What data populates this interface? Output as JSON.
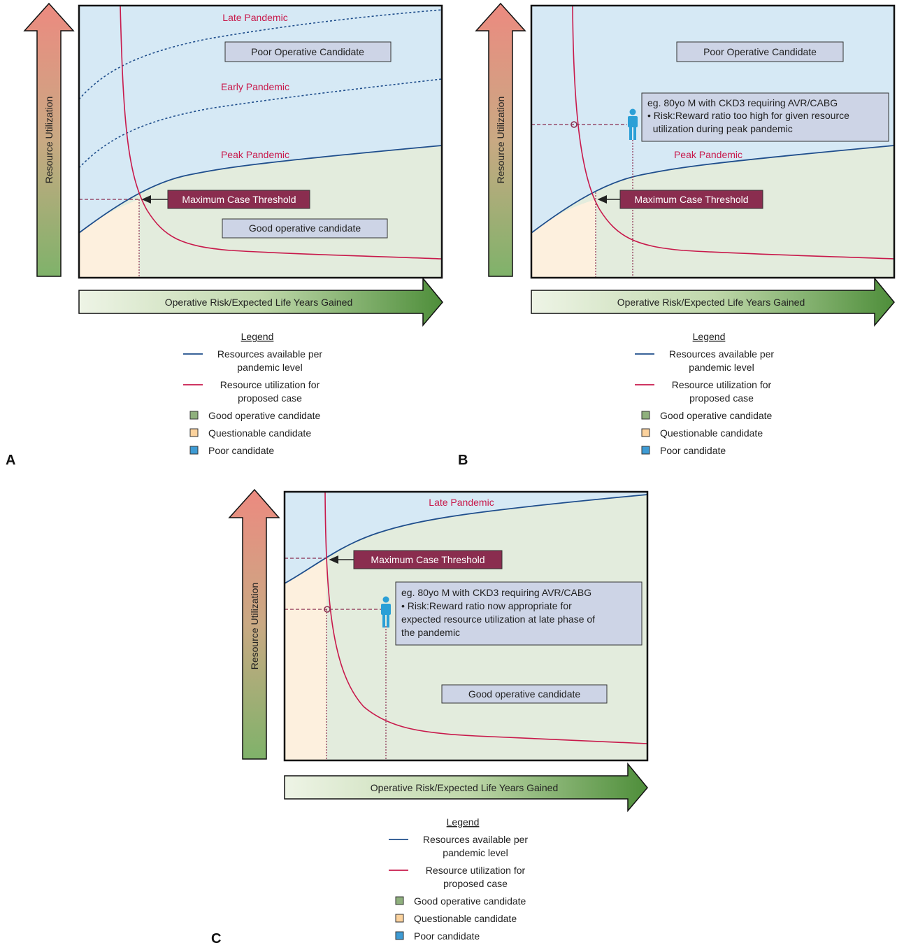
{
  "colors": {
    "poor": "#d6e9f5",
    "good": "#e3ecdd",
    "questionable": "#fdf0de",
    "resource_line": "#1f4e8c",
    "utilization_line": "#c8194b",
    "threshold_box": "#8a2d4f",
    "label_box": "#cdd4e6",
    "axis_green_dark": "#4e8e3a",
    "axis_red": "#e88a80",
    "person": "#2a9fd6"
  },
  "axis": {
    "y_label": "Resource Utilization",
    "x_label": "Operative Risk/Expected Life Years Gained"
  },
  "legend": {
    "title": "Legend",
    "items": [
      {
        "kind": "line",
        "color_key": "resource_line",
        "lines": [
          "Resources available per",
          "pandemic level"
        ]
      },
      {
        "kind": "line",
        "color_key": "utilization_line",
        "lines": [
          "Resource utilization for",
          "proposed case"
        ]
      },
      {
        "kind": "box",
        "color": "#8fb07d",
        "lines": [
          "Good operative candidate"
        ]
      },
      {
        "kind": "box",
        "color": "#fbd29d",
        "lines": [
          "Questionable candidate"
        ]
      },
      {
        "kind": "box",
        "color": "#3e9bd4",
        "lines": [
          "Poor candidate"
        ]
      }
    ]
  },
  "panels": {
    "A": {
      "letter": "A",
      "curve_labels": {
        "late": "Late Pandemic",
        "early": "Early Pandemic",
        "peak": "Peak Pandemic"
      },
      "poor_label": "Poor Operative Candidate",
      "good_label": "Good operative candidate",
      "threshold": "Maximum Case Threshold"
    },
    "B": {
      "letter": "B",
      "curve_labels": {
        "peak": "Peak Pandemic"
      },
      "poor_label": "Poor Operative Candidate",
      "threshold": "Maximum Case Threshold",
      "callout": [
        "eg. 80yo M with CKD3 requiring AVR/CABG",
        "• Risk:Reward ratio too high for given resource",
        "  utilization during peak pandemic"
      ]
    },
    "C": {
      "letter": "C",
      "curve_labels": {
        "late": "Late Pandemic"
      },
      "good_label": "Good operative candidate",
      "threshold": "Maximum Case Threshold",
      "callout": [
        "eg. 80yo M with CKD3 requiring AVR/CABG",
        "• Risk:Reward ratio now appropriate for",
        "expected resource utilization at late phase of",
        "the pandemic"
      ]
    }
  }
}
